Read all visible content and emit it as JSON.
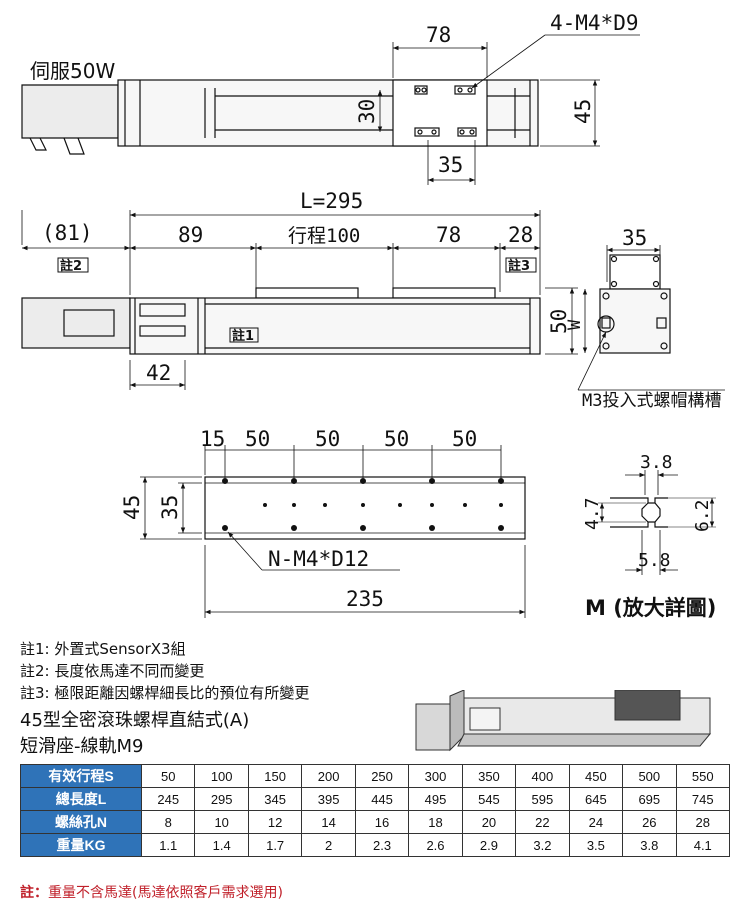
{
  "drawing": {
    "motor_label": "伺服50W",
    "top_view": {
      "dim_78": "78",
      "dim_30": "30",
      "dim_35": "35",
      "dim_45": "45",
      "hole_callout": "4-M4*D9"
    },
    "side_view": {
      "dim_total": "L=295",
      "dim_81": "(81)",
      "dim_89": "89",
      "dim_stroke": "行程100",
      "dim_78": "78",
      "dim_28": "28",
      "dim_42": "42",
      "dim_50": "50",
      "note2": "註2",
      "note3": "註3",
      "note1": "註1"
    },
    "end_view": {
      "dim_35": "35",
      "w_label": "W",
      "slot_callout": "M3投入式螺帽構槽"
    },
    "bottom_view": {
      "dim_15": "15",
      "dim_50a": "50",
      "dim_50b": "50",
      "dim_50c": "50",
      "dim_50d": "50",
      "dim_45": "45",
      "dim_35": "35",
      "hole_callout": "N-M4*D12",
      "dim_235": "235"
    },
    "detail": {
      "dim_38": "3.8",
      "dim_47": "4.7",
      "dim_62": "6.2",
      "dim_58": "5.8",
      "label": "M (放大詳圖)"
    }
  },
  "notes": [
    "註1: 外置式SensorX3組",
    "註2: 長度依馬達不同而變更",
    "註3: 極限距離因螺桿細長比的預位有所變更"
  ],
  "title": {
    "line1": "45型全密滾珠螺桿直結式(A)",
    "line2": "短滑座-線軌M9"
  },
  "spec_table": {
    "rows": [
      {
        "label": "有效行程S",
        "values": [
          "50",
          "100",
          "150",
          "200",
          "250",
          "300",
          "350",
          "400",
          "450",
          "500",
          "550"
        ]
      },
      {
        "label": "總長度L",
        "values": [
          "245",
          "295",
          "345",
          "395",
          "445",
          "495",
          "545",
          "595",
          "645",
          "695",
          "745"
        ]
      },
      {
        "label": "螺絲孔N",
        "values": [
          "8",
          "10",
          "12",
          "14",
          "16",
          "18",
          "20",
          "22",
          "24",
          "26",
          "28"
        ]
      },
      {
        "label": "重量KG",
        "values": [
          "1.1",
          "1.4",
          "1.7",
          "2",
          "2.3",
          "2.6",
          "2.9",
          "3.2",
          "3.5",
          "3.8",
          "4.1"
        ]
      }
    ]
  },
  "footnote": {
    "prefix": "註：",
    "text": "重量不含馬達(馬達依照客戶需求選用)"
  },
  "colors": {
    "table_header": "#2f73b8",
    "footnote": "#c0202a"
  }
}
